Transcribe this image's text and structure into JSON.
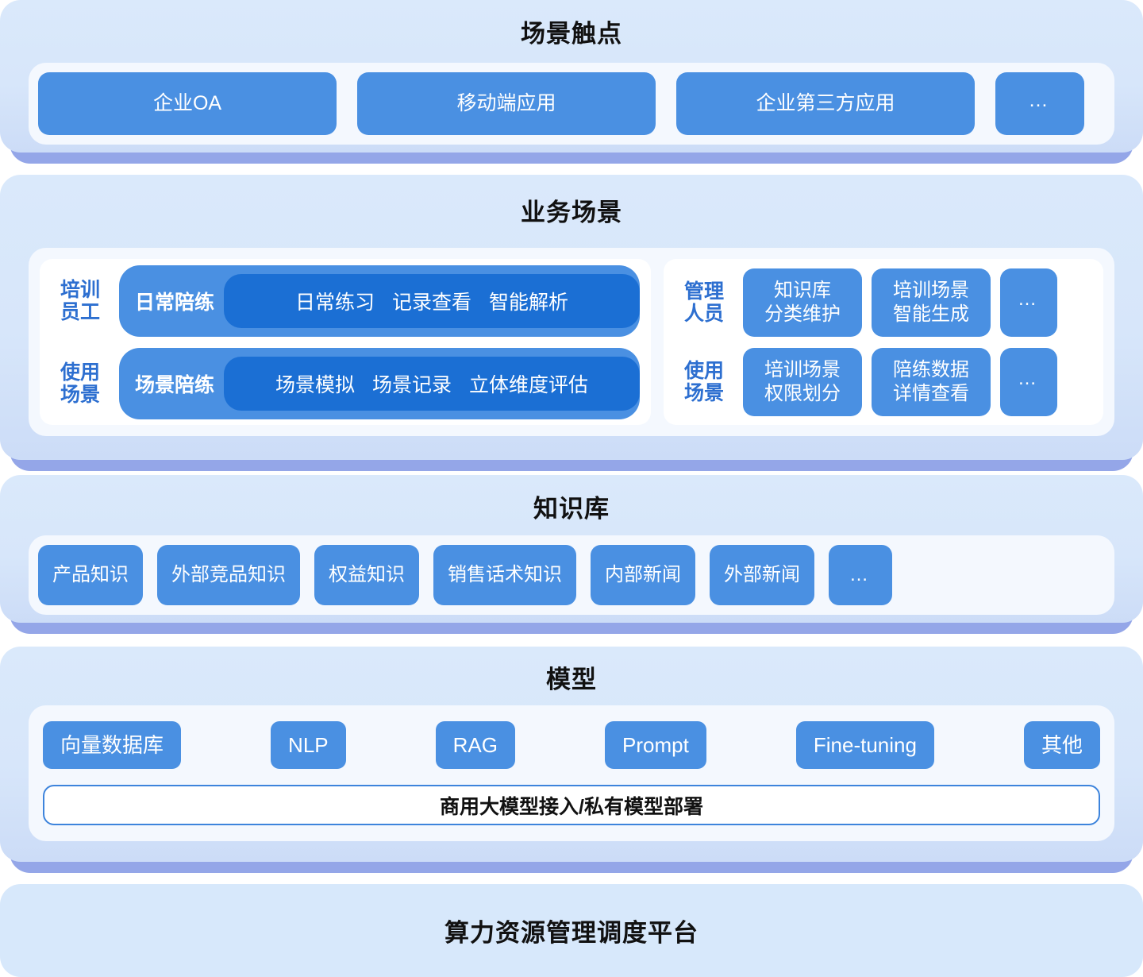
{
  "diagram": {
    "type": "layered-architecture",
    "accent_color": "#4a90e2",
    "accent_dark_color": "#1b6fd4",
    "band_color": "#d7e8fb",
    "base_plate_color": "#94a6e8",
    "label_color": "#2d6fd0"
  },
  "layers": {
    "touchpoints": {
      "title": "场景触点",
      "items": [
        {
          "label": "企业OA"
        },
        {
          "label": "移动端应用"
        },
        {
          "label": "企业第三方应用"
        },
        {
          "label": "…",
          "icon": "ellipsis-icon"
        }
      ]
    },
    "scenarios": {
      "title": "业务场景",
      "left_group": {
        "rows": [
          {
            "role": "培训\n员工",
            "pill_label": "日常陪练",
            "tags": [
              "日常练习",
              "记录查看",
              "智能解析"
            ]
          },
          {
            "role": "使用\n场景",
            "pill_label": "场景陪练",
            "tags": [
              "场景模拟",
              "场景记录",
              "立体维度评估"
            ]
          }
        ]
      },
      "right_group": {
        "rows": [
          {
            "role": "管理\n人员",
            "chips": [
              "知识库\n分类维护",
              "培训场景\n智能生成",
              "…"
            ]
          },
          {
            "role": "使用\n场景",
            "chips": [
              "培训场景\n权限划分",
              "陪练数据\n详情查看",
              "…"
            ]
          }
        ]
      }
    },
    "knowledge": {
      "title": "知识库",
      "items": [
        {
          "label": "产品知识"
        },
        {
          "label": "外部竞品知识"
        },
        {
          "label": "权益知识"
        },
        {
          "label": "销售话术知识"
        },
        {
          "label": "内部新闻"
        },
        {
          "label": "外部新闻"
        },
        {
          "label": "…",
          "icon": "ellipsis-icon"
        }
      ]
    },
    "model": {
      "title": "模型",
      "items": [
        {
          "label": "向量数据库"
        },
        {
          "label": "NLP"
        },
        {
          "label": "RAG"
        },
        {
          "label": "Prompt"
        },
        {
          "label": "Fine-tuning"
        },
        {
          "label": "其他"
        }
      ],
      "banner": "商用大模型接入/私有模型部署"
    },
    "compute": {
      "title": "算力资源管理调度平台"
    }
  }
}
